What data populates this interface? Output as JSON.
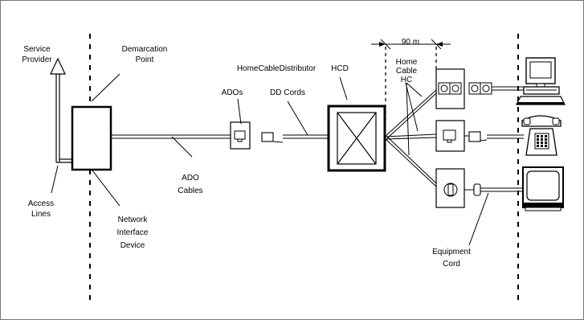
{
  "labels": {
    "service_provider_1": "Service",
    "service_provider_2": "Provider",
    "demarcation_1": "Demarcation",
    "demarcation_2": "Point",
    "home_cable_distributor": "HomeCableDistributor",
    "hcd": "HCD",
    "dd_cords": "DD Cords",
    "ados": "ADOs",
    "distance": "90 m",
    "home_cable_1": "Home",
    "home_cable_2": "Cable",
    "home_cable_3": "HC",
    "access_lines_1": "Access",
    "access_lines_2": "Lines",
    "nid_1": "Network",
    "nid_2": "Interface",
    "nid_3": "Device",
    "ado_cables_1": "ADO",
    "ado_cables_2": "Cables",
    "equipment_cord_1": "Equipment",
    "equipment_cord_2": "Cord"
  },
  "icons": {
    "computer": "computer-icon",
    "telephone": "telephone-icon",
    "television": "television-icon"
  }
}
